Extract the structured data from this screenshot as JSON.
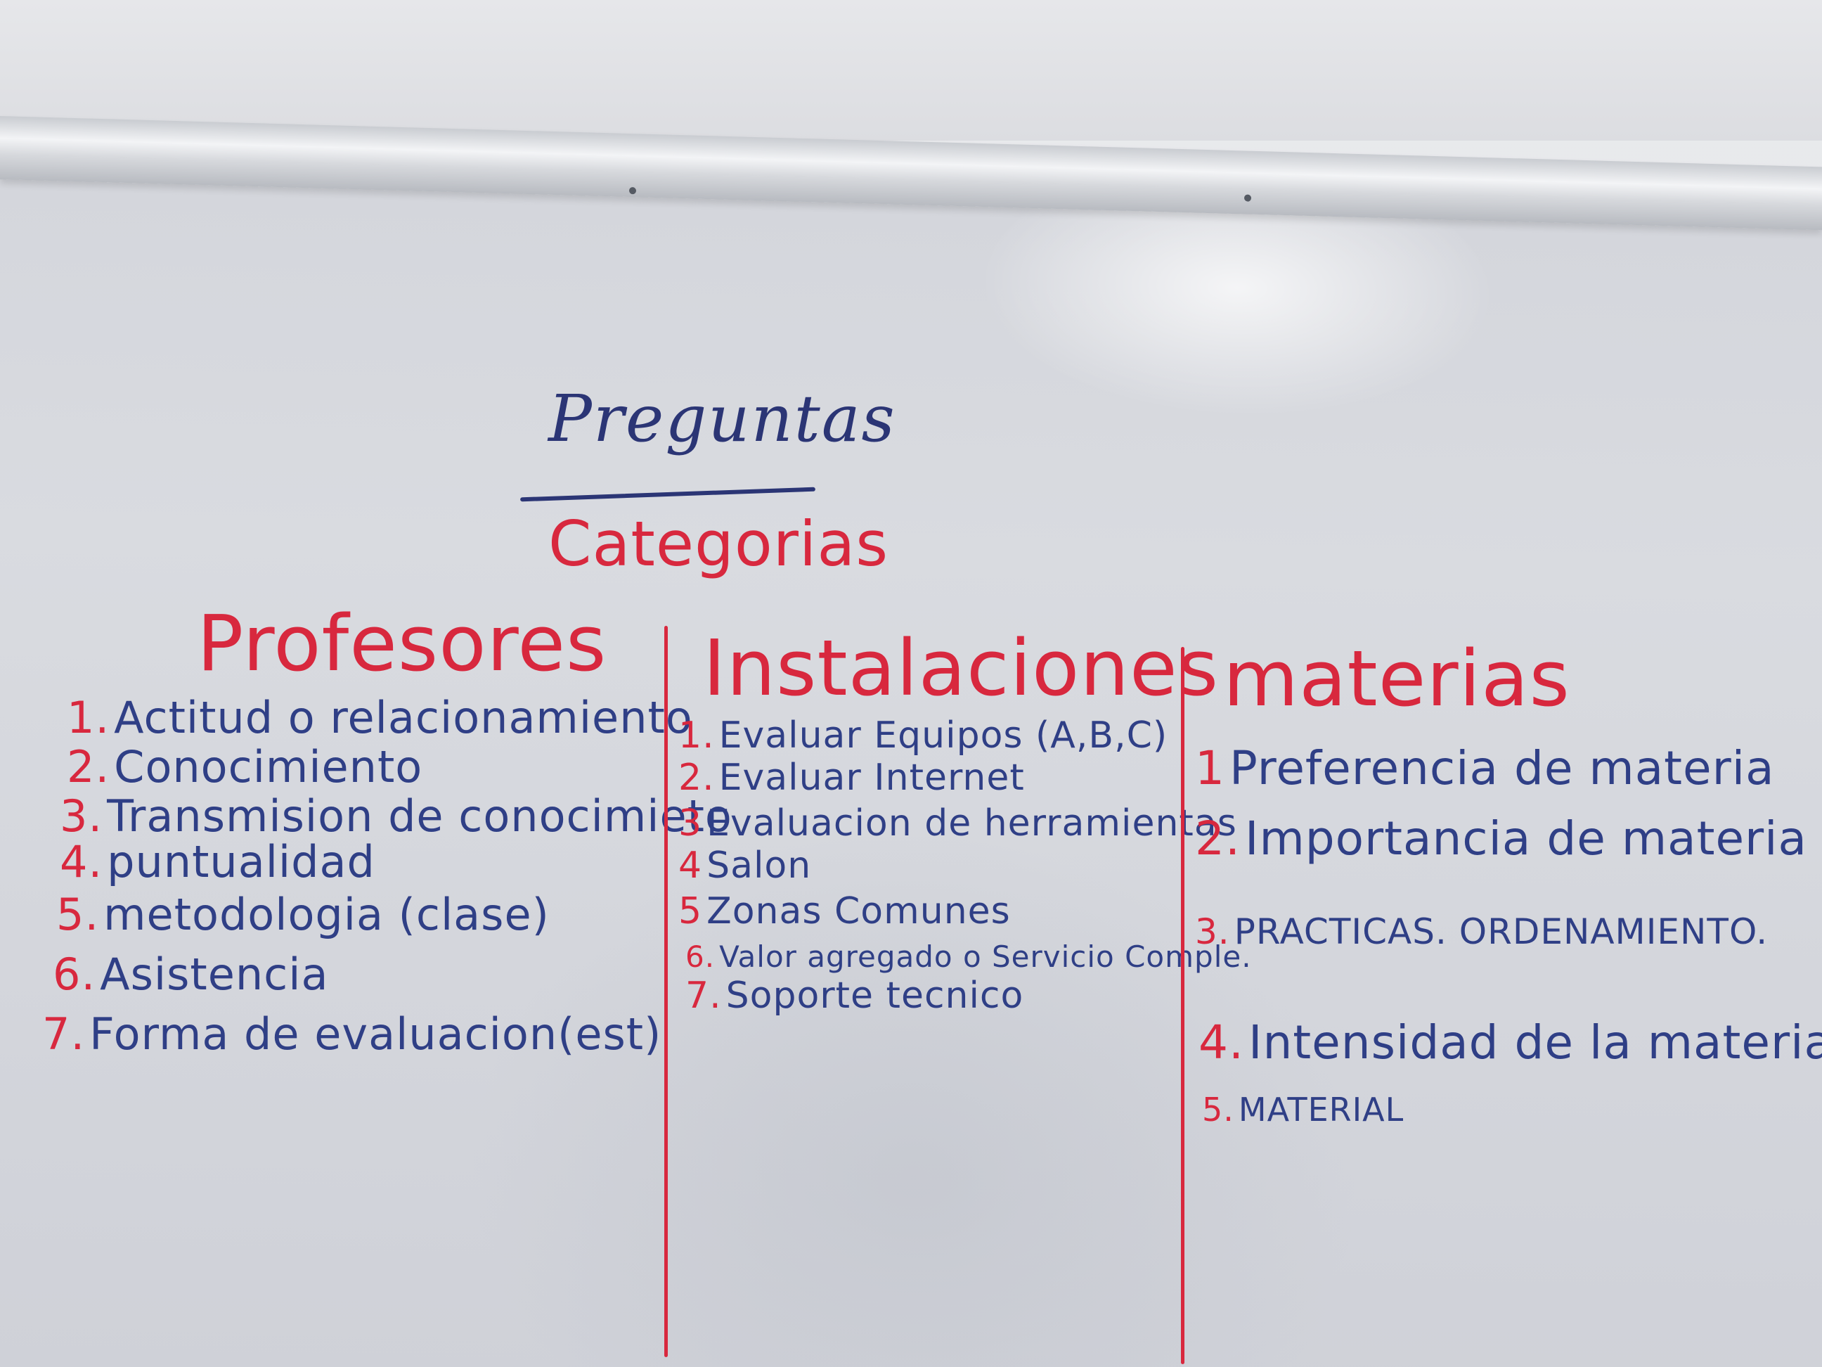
{
  "board": {
    "title": "Preguntas",
    "subtitle": "Categorias",
    "columns": [
      {
        "heading": "Profesores",
        "items": [
          {
            "num": "1.",
            "text": "Actitud o relacionamiento"
          },
          {
            "num": "2.",
            "text": "Conocimiento"
          },
          {
            "num": "3.",
            "text": "Transmision de conocimieto"
          },
          {
            "num": "4.",
            "text": "puntualidad"
          },
          {
            "num": "5.",
            "text": "metodologia (clase)"
          },
          {
            "num": "6.",
            "text": "Asistencia"
          },
          {
            "num": "7.",
            "text": "Forma de evaluacion(est)"
          }
        ]
      },
      {
        "heading": "Instalaciones",
        "items": [
          {
            "num": "1.",
            "text": "Evaluar Equipos (A,B,C)"
          },
          {
            "num": "2.",
            "text": "Evaluar Internet"
          },
          {
            "num": "3",
            "text": "Evaluacion de herramientas"
          },
          {
            "num": "4",
            "text": "Salon"
          },
          {
            "num": "5",
            "text": "Zonas Comunes"
          },
          {
            "num": "6.",
            "text": "Valor agregado o Servicio Comple."
          },
          {
            "num": "7.",
            "text": "Soporte tecnico"
          }
        ]
      },
      {
        "heading": "materias",
        "items": [
          {
            "num": "1",
            "text": "Preferencia de materia"
          },
          {
            "num": "2.",
            "text": "Importancia de materia"
          },
          {
            "num": "3.",
            "text": "PRACTICAS. ORDENAMIENTO."
          },
          {
            "num": "4.",
            "text": "Intensidad de la materia"
          },
          {
            "num": "5.",
            "text": "MATERIAL"
          }
        ]
      }
    ]
  },
  "colors": {
    "red_marker": "#d8283e",
    "blue_marker": "#2f3f86",
    "board": "#d6d8de"
  }
}
